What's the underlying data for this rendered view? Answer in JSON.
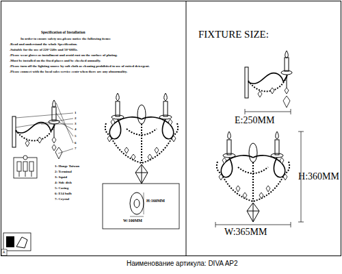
{
  "diagram": {
    "labels": [
      "Specification of Installation",
      "In order to ensure safety use,please notice the following items:",
      ".Read and understand the whole Specification.",
      ".Suitable for the use of 220~240v and 50~60Hz.",
      ".Please wear gloves as installment and avoid rust on the surface of plating.",
      ".Must be installed on the fixed places and be checked annually.",
      ".Please turn off the lighting source by soft cloth as cleaning prohibited to use of rotted detergent.",
      ".Please connect with the local sales service centr when there are any abnormality.",
      "1",
      "2",
      "3",
      "4",
      "5",
      "6",
      "7",
      "1: Hange Taiwan",
      "2: Terminal",
      "3: Squid",
      "4: Side dish",
      "5: Casing",
      "6: E14 bulb",
      "7: Crystal",
      "H:160MM",
      "W:100MM",
      "FIXTURE SIZE:",
      "E:250MM",
      "H:360MM",
      "W:365MM",
      "Наименование артикула: DIVA AP2",
      "A"
    ]
  }
}
